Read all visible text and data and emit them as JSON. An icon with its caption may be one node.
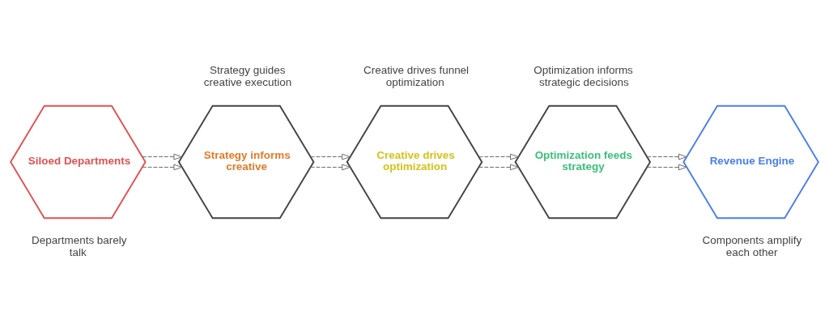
{
  "diagram": {
    "nodes": [
      {
        "text": [
          "Siloed Departments"
        ],
        "beside": [
          "Departments barely talk"
        ]
      },
      {
        "text": [
          "Strategy informs creative"
        ],
        "beside": [
          "Strategy guides creative execution"
        ]
      },
      {
        "text": [
          "Creative drives optimization"
        ],
        "beside": [
          "Creative drives funnel optimization"
        ]
      },
      {
        "text": [
          "Optimization feeds strategy"
        ],
        "beside": [
          "Optimization informs strategic decisions"
        ]
      },
      {
        "text": [
          "Revenue Engine"
        ],
        "beside": [
          "Components amplify each other"
        ]
      }
    ],
    "edges": [
      {
        "from": 0,
        "to": 1,
        "arrow": "to",
        "style": "dashed"
      },
      {
        "from": 0,
        "to": 1,
        "arrow": "to",
        "style": "dashed"
      },
      {
        "from": 1,
        "to": 2,
        "arrow": "to",
        "style": "dashed"
      },
      {
        "from": 1,
        "to": 2,
        "arrow": "to",
        "style": "dashed"
      },
      {
        "from": 2,
        "to": 3,
        "arrow": "to",
        "style": "dashed"
      },
      {
        "from": 2,
        "to": 3,
        "arrow": "to",
        "style": "dashed"
      },
      {
        "from": 3,
        "to": 4,
        "arrow": "to",
        "style": "dashed"
      },
      {
        "from": 3,
        "to": 4,
        "arrow": "to",
        "style": "dashed"
      }
    ]
  }
}
